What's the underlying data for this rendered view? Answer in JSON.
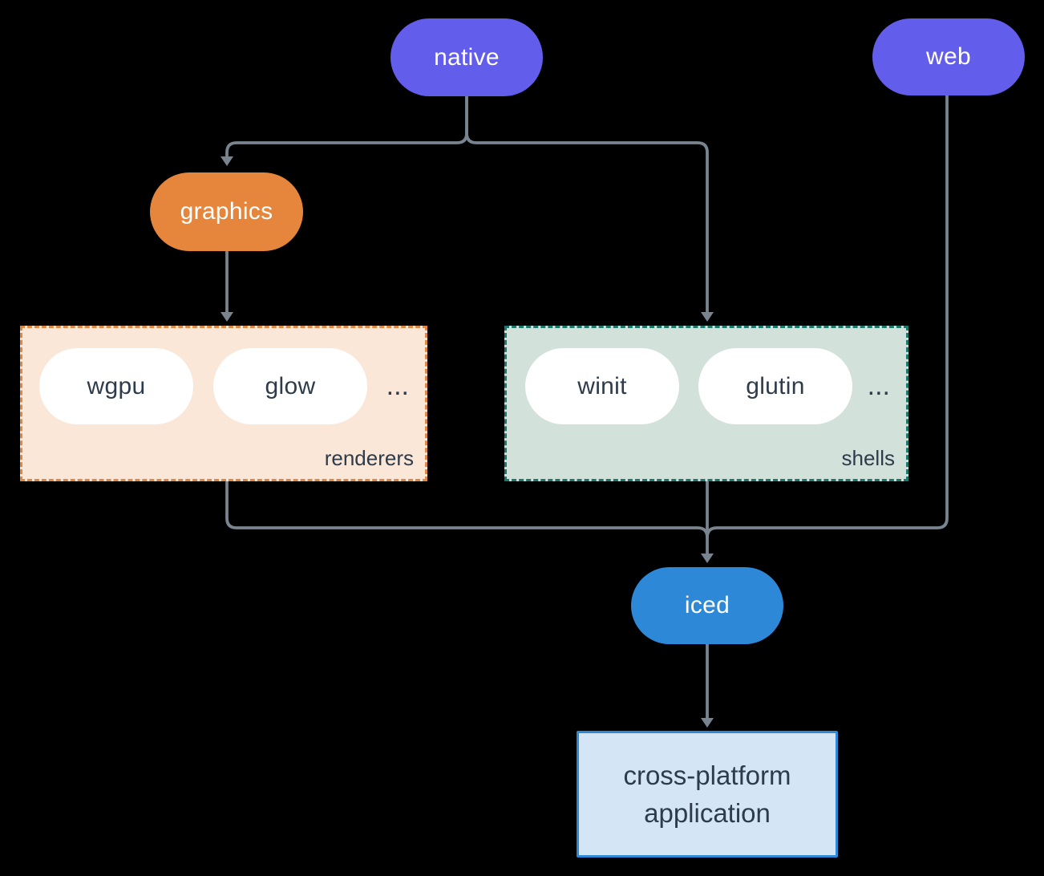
{
  "nodes": {
    "native": {
      "label": "native"
    },
    "web": {
      "label": "web"
    },
    "graphics": {
      "label": "graphics"
    },
    "iced": {
      "label": "iced"
    },
    "application": {
      "label": "cross-platform application"
    }
  },
  "groups": {
    "renderers": {
      "label": "renderers",
      "pills": [
        "wgpu",
        "glow"
      ],
      "more": "..."
    },
    "shells": {
      "label": "shells",
      "pills": [
        "winit",
        "glutin"
      ],
      "more": "..."
    }
  },
  "theme": {
    "background": "#000000",
    "node_purple": "#635DEB",
    "node_orange": "#E6863C",
    "node_blue": "#2D89D8",
    "pill_bg": "#FFFFFF",
    "pill_text": "#FFFFFF",
    "dark_text": "#2E3B4A",
    "renderers_bg": "#FAE7D8",
    "renderers_border": "#E08843",
    "shells_bg": "#D3E1DB",
    "shells_border": "#1A7A6D",
    "app_bg": "#D4E6F6",
    "app_border": "#2D89D8",
    "connector": "#78848F"
  }
}
